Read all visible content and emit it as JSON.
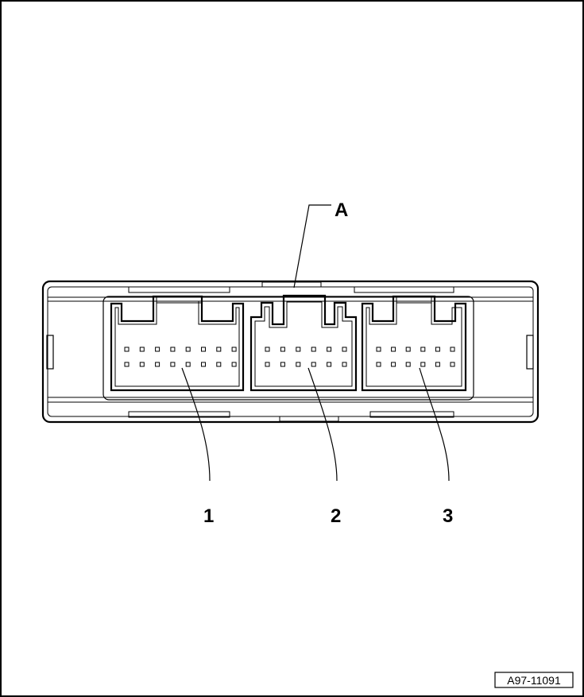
{
  "diagram": {
    "callouts": {
      "a": "A",
      "c1": "1",
      "c2": "2",
      "c3": "3"
    },
    "figure_id": "A97-11091",
    "connectors": [
      {
        "callout": "1",
        "rows": 2,
        "pins_per_row": 8
      },
      {
        "callout": "2",
        "rows": 2,
        "pins_per_row": 6
      },
      {
        "callout": "3",
        "rows": 2,
        "pins_per_row": 6
      }
    ],
    "colors": {
      "line": "#000000",
      "background": "#ffffff"
    }
  }
}
